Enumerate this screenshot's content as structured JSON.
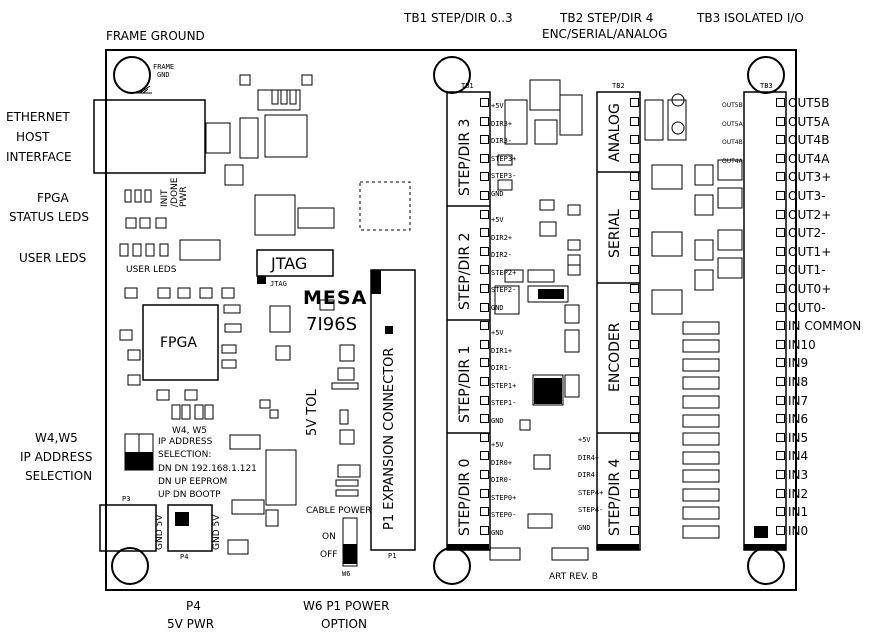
{
  "left_labels": {
    "frame_ground": "FRAME GROUND",
    "ethernet": [
      "ETHERNET",
      "HOST",
      "INTERFACE"
    ],
    "fpga_status": [
      "FPGA",
      "STATUS LEDS"
    ],
    "user_leds": "USER LEDS",
    "ip_selection": [
      "W4,W5",
      "IP ADDRESS",
      "SELECTION"
    ]
  },
  "top_labels": {
    "tb1": "TB1 STEP/DIR 0..3",
    "tb2": [
      "TB2 STEP/DIR 4",
      "ENC/SERIAL/ANALOG"
    ],
    "tb3": "TB3 ISOLATED I/O"
  },
  "bottom_labels": {
    "p4": [
      "P4",
      "5V PWR"
    ],
    "w6": [
      "W6 P1 POWER",
      "OPTION"
    ]
  },
  "board": {
    "frame_gnd": [
      "FRAME",
      "GND"
    ],
    "brand": "MESA",
    "model": "7I96S",
    "jtag": "JTAG",
    "jtag_small": "JTAG",
    "fpga": "FPGA",
    "user_leds_silk": "USER LEDS",
    "tol": "5V TOL",
    "p1": "P1 EXPANSION CONNECTOR",
    "p1_ref": "P1",
    "cable_power": "CABLE POWER",
    "on": "ON",
    "off": "OFF",
    "art_rev": "ART REV. B",
    "status_leds": [
      "INIT",
      "/DONE",
      "PWR"
    ],
    "ip_info": [
      "W4, W5",
      "IP ADDRESS",
      "SELECTION:",
      "DN DN 192.168.1.121",
      "DN UP EEPROM",
      "UP DN BOOTP"
    ],
    "p3_label": "P3",
    "gnd5v_a": "GND 5V",
    "gnd5v_b": "GND 5V",
    "p4_ref": "P4",
    "tb1_ref": "TB1",
    "tb2_ref": "TB2",
    "tb3_ref": "TB3",
    "w6_ref": "W6"
  },
  "tb1_blocks": [
    "STEP/DIR 3",
    "STEP/DIR 2",
    "STEP/DIR 1",
    "STEP/DIR 0"
  ],
  "tb1_pins": [
    [
      "+5V",
      "DIR3+",
      "DIR3-",
      "STEP3+",
      "STEP3-",
      "GND"
    ],
    [
      "+5V",
      "DIR2+",
      "DIR2-",
      "STEP2+",
      "STEP2-",
      "GND"
    ],
    [
      "+5V",
      "DIR1+",
      "DIR1-",
      "STEP1+",
      "STEP1-",
      "GND"
    ],
    [
      "+5V",
      "DIR0+",
      "DIR0-",
      "STEP0+",
      "STEP0-",
      "GND"
    ]
  ],
  "tb2_blocks": [
    "ANALOG",
    "SERIAL",
    "ENCODER",
    "STEP/DIR 4"
  ],
  "tb2_pins": [
    "+5V",
    "DIR4+",
    "DIR4-",
    "STEP4+",
    "STEP4-",
    "GND"
  ],
  "tb3_pins": [
    "OUT5B",
    "OUT5A",
    "OUT4B",
    "OUT4A",
    "OUT3+",
    "OUT3-",
    "OUT2+",
    "OUT2-",
    "OUT1+",
    "OUT1-",
    "OUT0+",
    "OUT0-",
    "IN COMMON",
    "IN10",
    "IN9",
    "IN8",
    "IN7",
    "IN6",
    "IN5",
    "IN4",
    "IN3",
    "IN2",
    "IN1",
    "IN0"
  ],
  "tb3_silk": [
    "OUT5B",
    "OUT5A",
    "OUT4B",
    "OUT4A"
  ]
}
